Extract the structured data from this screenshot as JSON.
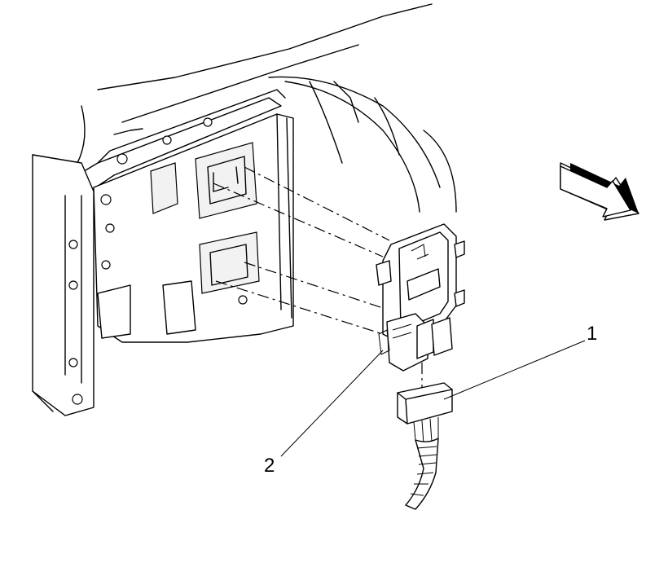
{
  "diagram": {
    "callouts": [
      {
        "id": "1",
        "label": "1"
      },
      {
        "id": "2",
        "label": "2"
      }
    ],
    "colors": {
      "line": "#000000",
      "background": "#ffffff"
    },
    "icons": {
      "direction_arrow": "forward-arrow-icon"
    }
  }
}
